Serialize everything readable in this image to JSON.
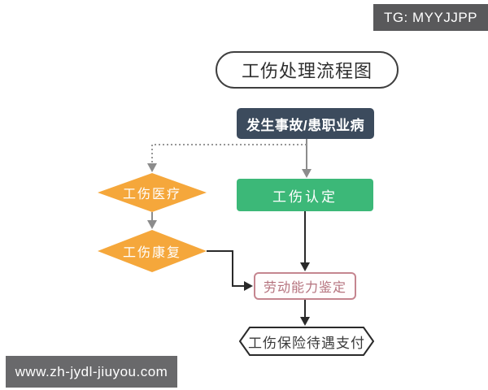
{
  "badges": {
    "tg": "TG: MYYJJPP",
    "url": "www.zh-jydl-jiuyou.com"
  },
  "flowchart": {
    "title": "工伤处理流程图",
    "nodes": {
      "start": {
        "label": "发生事故/患职业病",
        "shape": "rect",
        "color": "#3c4b5d",
        "text_color": "#ffffff"
      },
      "medical": {
        "label": "工伤医疗",
        "shape": "diamond",
        "color": "#f5a73b",
        "text_color": "#ffffff"
      },
      "determination": {
        "label": "工伤认定",
        "shape": "rect",
        "color": "#3cb878",
        "text_color": "#ffffff"
      },
      "rehab": {
        "label": "工伤康复",
        "shape": "diamond",
        "color": "#f5a73b",
        "text_color": "#ffffff"
      },
      "assessment": {
        "label": "劳动能力鉴定",
        "shape": "rounded-rect",
        "color": "#fffdfd",
        "border_color": "#c5858f",
        "text_color": "#b5737e"
      },
      "payment": {
        "label": "工伤保险待遇支付",
        "shape": "hexagon",
        "color": "#ffffff",
        "border_color": "#2a2a2a",
        "text_color": "#3a3a3a"
      }
    },
    "connector_colors": {
      "gray": "#8c8c8c",
      "black": "#2a2a2a"
    }
  }
}
